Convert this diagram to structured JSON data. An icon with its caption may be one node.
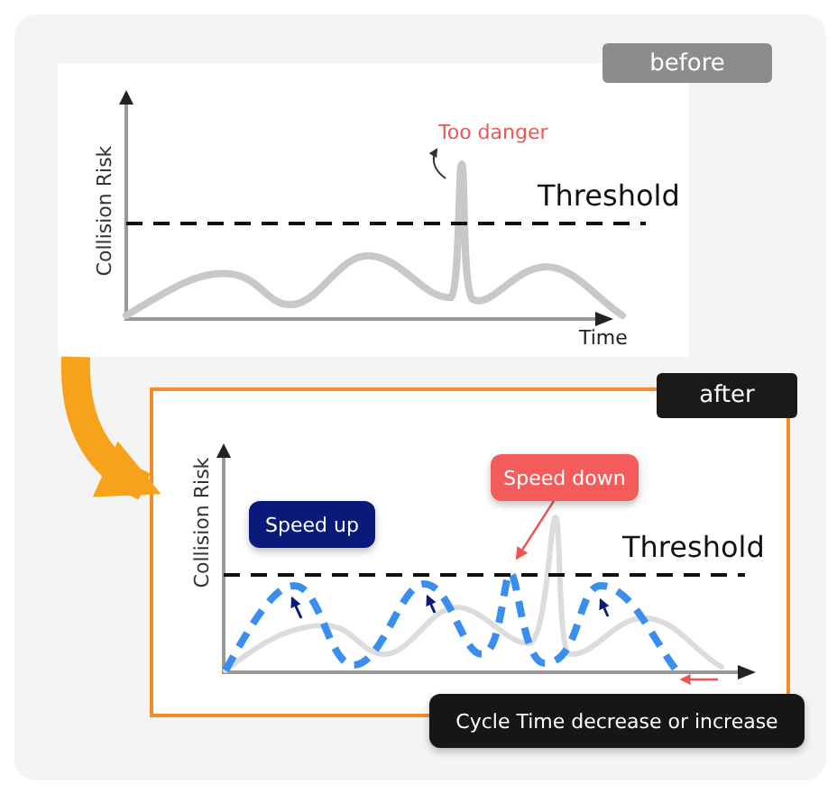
{
  "diagram": {
    "nodes": [
      {
        "text": [
          "before"
        ]
      },
      {
        "text": [
          "after"
        ]
      },
      {
        "text": [
          "Speed up"
        ],
        "in": 1
      },
      {
        "text": [
          "Speed down"
        ],
        "in": 1
      },
      {
        "text": [
          "Cycle Time decrease or increase"
        ]
      }
    ],
    "edges": [
      {
        "from": 0,
        "to": 1,
        "arrow": "to",
        "style": "thick",
        "color": "#f7a21b"
      },
      {
        "from": 3,
        "to": null,
        "arrow": "to",
        "color": "#f05454"
      }
    ],
    "labels": [
      "Too danger",
      "Collision Risk",
      "Threshold",
      "Time",
      "Collision Risk",
      "Threshold"
    ]
  }
}
